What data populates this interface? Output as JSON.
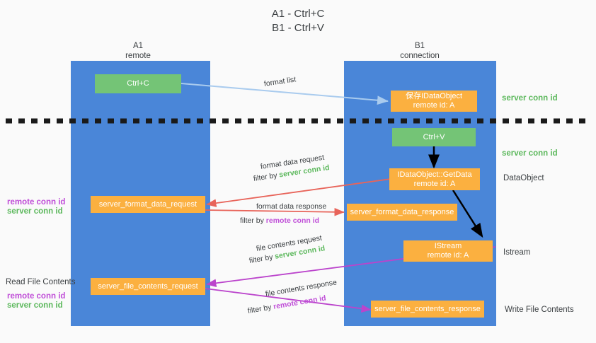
{
  "title": {
    "line1": "A1 - Ctrl+C",
    "line2": "B1 - Ctrl+V"
  },
  "columns": [
    {
      "name": "A1",
      "sub": "remote"
    },
    {
      "name": "B1",
      "sub": "connection"
    }
  ],
  "nodes": {
    "ctrl_c": "Ctrl+C",
    "ctrl_v": "Ctrl+V",
    "save_idataobject_l1": "保存IDataObject",
    "save_idataobject_l2": "remote id: A",
    "getdata_l1": "IDataObject::GetData",
    "getdata_l2": "remote id: A",
    "istream_l1": "IStream",
    "istream_l2": "remote id: A",
    "server_format_data_request": "server_format_data_request",
    "server_format_data_response": "server_format_data_response",
    "server_file_contents_request": "server_file_contents_request",
    "server_file_contents_response": "server_file_contents_response"
  },
  "edge_labels": {
    "format_list": "format list",
    "format_data_request": "format data request",
    "format_data_response": "format data response",
    "file_contents_request": "file contents request",
    "file_contents_response": "file contents response",
    "filter_by": "filter by"
  },
  "conn_ids": {
    "server": "server conn id",
    "remote": "remote conn id"
  },
  "right_labels": {
    "server_conn_top": "server conn id",
    "server_conn_mid": "server conn id",
    "dataobject": "DataObject",
    "istream": "Istream",
    "write_file_contents": "Write File Contents"
  },
  "left_labels": {
    "read_file_contents": "Read File Contents"
  },
  "colors": {
    "lane": "#4a86d8",
    "green_node": "#74c476",
    "orange_node": "#fbb040",
    "arrow_blue": "#a9cbee",
    "arrow_black": "#000000",
    "arrow_red": "#e8645a",
    "arrow_purple": "#bb44cc",
    "server_text": "#5cb85c",
    "remote_text": "#c050d8",
    "divider": "#1a1a1a"
  }
}
